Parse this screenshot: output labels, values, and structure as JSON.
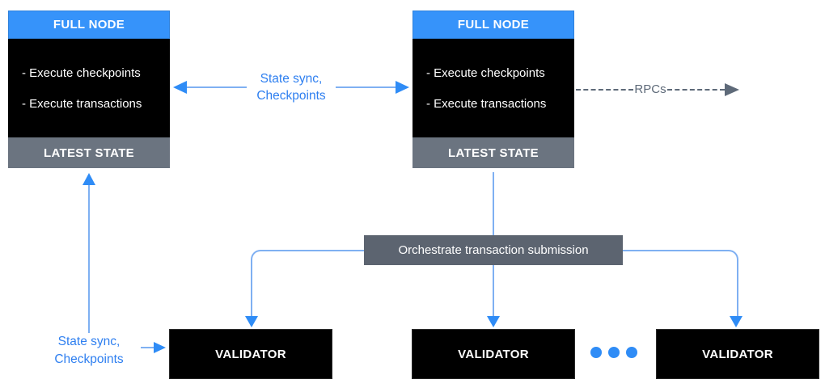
{
  "nodes": [
    {
      "header": "FULL NODE",
      "items": [
        "- Execute checkpoints",
        "- Execute transactions"
      ],
      "footer": "LATEST STATE"
    },
    {
      "header": "FULL NODE",
      "items": [
        "- Execute checkpoints",
        "- Execute transactions"
      ],
      "footer": "LATEST STATE"
    }
  ],
  "edges": {
    "state_sync_top": {
      "line1": "State sync,",
      "line2": "Checkpoints"
    },
    "rpcs_label": "RPCs",
    "orchestrate_label": "Orchestrate transaction submission",
    "state_sync_bottom": {
      "line1": "State sync,",
      "line2": "Checkpoints"
    }
  },
  "validators": [
    {
      "label": "VALIDATOR"
    },
    {
      "label": "VALIDATOR"
    },
    {
      "label": "VALIDATOR"
    }
  ],
  "ellipsis_dot_count": 3,
  "colors": {
    "accent_blue": "#2F8CF6",
    "line_blue": "#7FB0F2",
    "text_blue": "#2E7FF0",
    "header_blue": "#3693FA",
    "node_black": "#000000",
    "state_gray": "#6B7480",
    "orchestrate_gray": "#5C6470",
    "rpc_gray": "#5E6A79",
    "background": "#FFFFFF"
  }
}
